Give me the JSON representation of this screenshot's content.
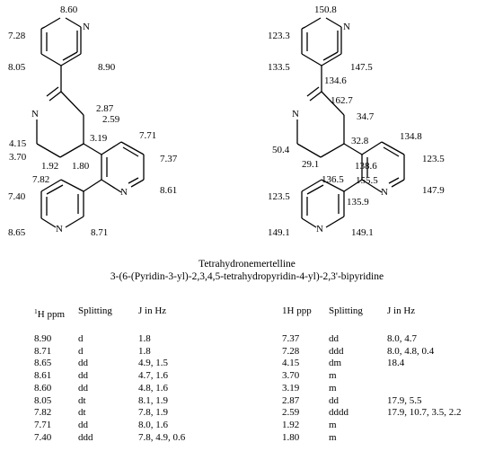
{
  "proton_labels": {
    "h860": "8.60",
    "h728": "7.28",
    "h805": "8.05",
    "h890": "8.90",
    "h287": "2.87",
    "h259": "2.59",
    "h319": "3.19",
    "h415": "4.15",
    "h370": "3.70",
    "h192": "1.92",
    "h180": "1.80",
    "h771": "7.71",
    "h737": "7.37",
    "h861": "8.61",
    "h740": "7.40",
    "h782": "7.82",
    "h865": "8.65",
    "h871": "8.71",
    "n_ring": "N",
    "n_pyr_top": "N",
    "n_pyr_right": "N",
    "n_pyr_bottom": "N"
  },
  "carbon_labels": {
    "c1508": "150.8",
    "c1233a": "123.3",
    "c1335": "133.5",
    "c1475": "147.5",
    "c1346": "134.6",
    "c1627": "162.7",
    "c347": "34.7",
    "c504": "50.4",
    "c328": "32.8",
    "c1348": "134.8",
    "c1235a": "123.5",
    "c291": "29.1",
    "c1386": "138.6",
    "c1365": "136.5",
    "c1555": "155.5",
    "c1479": "147.9",
    "c1235b": "123.5",
    "c1359": "135.9",
    "c1491a": "149.1",
    "c1491b": "149.1",
    "n_ring": "N",
    "n_pyr_top": "N",
    "n_pyr_right": "N",
    "n_pyr_bottom": "N"
  },
  "caption": {
    "title": "Tetrahydronemertelline",
    "iupac": "3-(6-(Pyridin-3-yl)-2,3,4,5-tetrahydropyridin-4-yl)-2,3'-bipyridine"
  },
  "table_left": {
    "header": {
      "ppm_sup": "1",
      "ppm": "H ppm",
      "splitting": "Splitting",
      "j": "J in Hz"
    },
    "rows": [
      {
        "ppm": "8.90",
        "splitting": "d",
        "j": "1.8"
      },
      {
        "ppm": "8.71",
        "splitting": "d",
        "j": "1.8"
      },
      {
        "ppm": "8.65",
        "splitting": "dd",
        "j": "4.9, 1.5"
      },
      {
        "ppm": "8.61",
        "splitting": "dd",
        "j": "4.7, 1.6"
      },
      {
        "ppm": "8.60",
        "splitting": "dd",
        "j": "4.8, 1.6"
      },
      {
        "ppm": "8.05",
        "splitting": "dt",
        "j": "8.1, 1.9"
      },
      {
        "ppm": "7.82",
        "splitting": "dt",
        "j": "7.8, 1.9"
      },
      {
        "ppm": "7.71",
        "splitting": "dd",
        "j": "8.0, 1.6"
      },
      {
        "ppm": "7.40",
        "splitting": "ddd",
        "j": "7.8, 4.9, 0.6"
      }
    ]
  },
  "table_right": {
    "header": {
      "ppm": "1H ppp",
      "splitting": "Splitting",
      "j": "J in Hz"
    },
    "rows": [
      {
        "ppm": "7.37",
        "splitting": "dd",
        "j": "8.0, 4.7"
      },
      {
        "ppm": "7.28",
        "splitting": "ddd",
        "j": "8.0, 4.8, 0.4"
      },
      {
        "ppm": "4.15",
        "splitting": "dm",
        "j": "18.4"
      },
      {
        "ppm": "3.70",
        "splitting": "m",
        "j": ""
      },
      {
        "ppm": "3.19",
        "splitting": "m",
        "j": ""
      },
      {
        "ppm": "2.87",
        "splitting": "dd",
        "j": "17.9, 5.5"
      },
      {
        "ppm": "2.59",
        "splitting": "dddd",
        "j": "17.9, 10.7, 3.5, 2.2"
      },
      {
        "ppm": "1.92",
        "splitting": "m",
        "j": ""
      },
      {
        "ppm": "1.80",
        "splitting": "m",
        "j": ""
      }
    ]
  }
}
